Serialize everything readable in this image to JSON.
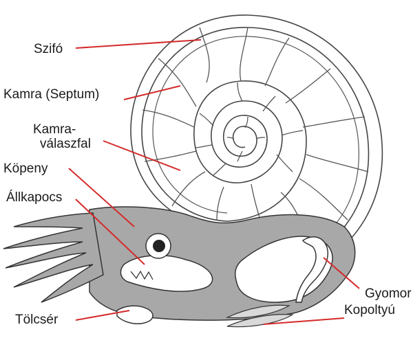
{
  "labels": {
    "szifo": "Szifó",
    "kamra": "Kamra (Septum)",
    "kamravalaszfal_line1": "Kamra-",
    "kamravalaszfal_line2": "válaszfal",
    "kopeny": "Köpeny",
    "allkapocs": "Állkapocs",
    "tolcser": "Tölcsér",
    "gyomor": "Gyomor",
    "kopoltyu": "Kopoltyú"
  },
  "colors": {
    "leader_line": "#d42a2a",
    "body_fill": "#a8a8a8",
    "outline": "#444444",
    "text": "#1a1a1a"
  }
}
